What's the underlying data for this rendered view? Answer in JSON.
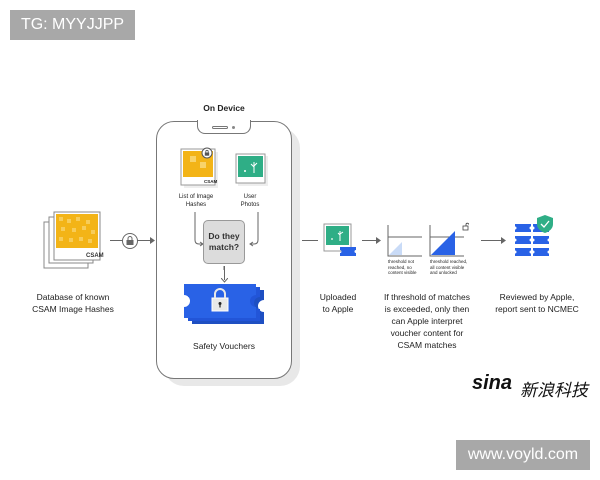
{
  "watermarks": {
    "top": "TG: MYYJJPP",
    "bottom": "www.voyld.com"
  },
  "logo": {
    "brand": "sina",
    "name_cn": "新浪科技"
  },
  "diagram": {
    "on_device_title": "On Device",
    "database_label": [
      "Database of known",
      "CSAM Image Hashes"
    ],
    "csam_tag": "CSAM",
    "list_of_hashes_label": [
      "List of Image",
      "Hashes"
    ],
    "user_photos_label": [
      "User",
      "Photos"
    ],
    "match_question": [
      "Do they",
      "match?"
    ],
    "safety_vouchers_label": "Safety Vouchers",
    "uploaded_label": [
      "Uploaded",
      "to Apple"
    ],
    "threshold_not_reached": [
      "threshold not",
      "reached, no",
      "content visible"
    ],
    "threshold_reached": [
      "threshold reached,",
      "all content visible",
      "and unlocked"
    ],
    "threshold_explanation": [
      "If threshold of matches",
      "is exceeded, only then",
      "can Apple interpret",
      "voucher content for",
      "CSAM matches"
    ],
    "reviewed_label": [
      "Reviewed by Apple,",
      "report sent to NCMEC"
    ]
  },
  "colors": {
    "voucher_blue": "#2962e6",
    "photo_green": "#2fae86",
    "csam_yellow": "#f3b417",
    "shield_green": "#2fae86",
    "light_blue": "#c9dbf7"
  }
}
